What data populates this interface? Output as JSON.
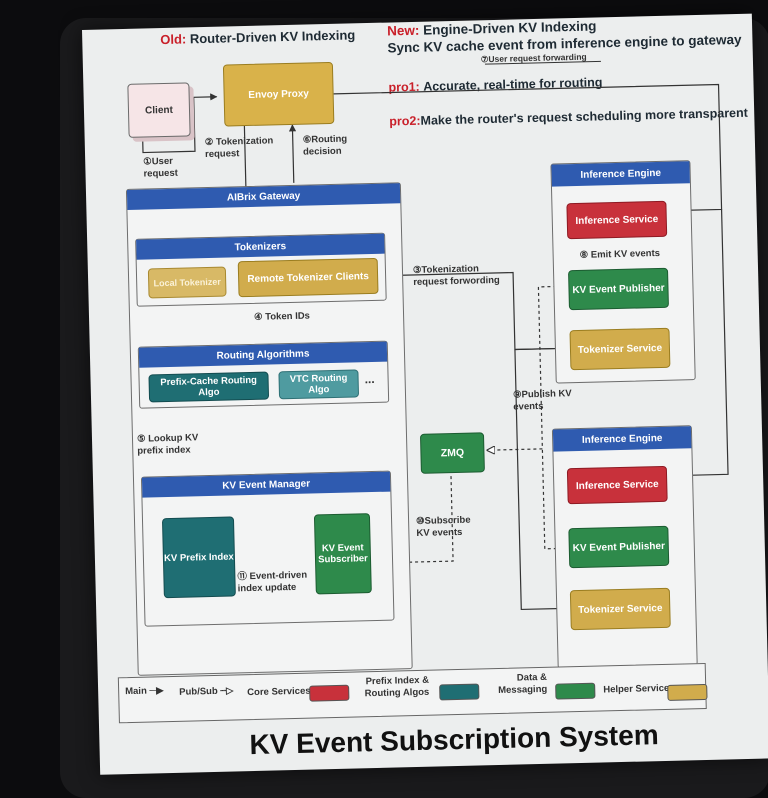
{
  "headers": {
    "old_prefix": "Old:",
    "old_text": "Router-Driven KV Indexing",
    "new_prefix": "New:",
    "new_text": "Engine-Driven KV Indexing",
    "new_sub": "Sync KV cache event from inference engine to gateway",
    "pro1_prefix": "pro1:",
    "pro1_text": "Accurate, real-time for routing",
    "pro2_prefix": "pro2:",
    "pro2_text": "Make the router's request scheduling more transparent"
  },
  "nodes": {
    "client": "Client",
    "envoy": "Envoy Proxy",
    "gateway": "AIBrix Gateway",
    "tokenizers": "Tokenizers",
    "local_tokenizer": "Local Tokenizer",
    "remote_tokenizer": "Remote Tokenizer Clients",
    "routing_algorithms": "Routing Algorithms",
    "prefix_cache_algo": "Prefix-Cache Routing Algo",
    "vtc_algo": "VTC Routing Algo",
    "ellipsis": "...",
    "kv_event_manager": "KV Event Manager",
    "kv_prefix_index": "KV Prefix Index",
    "kv_event_subscriber": "KV Event Subscriber",
    "zmq": "ZMQ",
    "engine1_title": "Inference Engine",
    "engine1_inference": "Inference Service",
    "engine1_publisher": "KV Event Publisher",
    "engine1_tokenizer": "Tokenizer Service",
    "engine2_title": "Inference Engine",
    "engine2_inference": "Inference Service",
    "engine2_publisher": "KV Event Publisher",
    "engine2_tokenizer": "Tokenizer Service"
  },
  "edges": {
    "e1": "①User request",
    "e2": "② Tokenization request",
    "e3": "③Tokenization request forwording",
    "e4": "④ Token IDs",
    "e5": "⑤ Lookup KV prefix index",
    "e6": "⑥Routing decision",
    "e7": "⑦User request forwarding",
    "e8": "⑧ Emit KV events",
    "e9": "⑨Publish KV events",
    "e10": "⑩Subscribe KV events",
    "e11": "⑪ Event-driven index update"
  },
  "legend": {
    "main": "Main",
    "pubsub": "Pub/Sub",
    "core": "Core Services",
    "prefix": "Prefix Index & Routing Algos",
    "data": "Data & Messaging",
    "helper": "Helper Services",
    "colors": {
      "core": "#c8313b",
      "prefix": "#1f6e73",
      "data": "#2e8a4b",
      "helper": "#d1ac4c"
    }
  },
  "title": "KV Event Subscription System"
}
